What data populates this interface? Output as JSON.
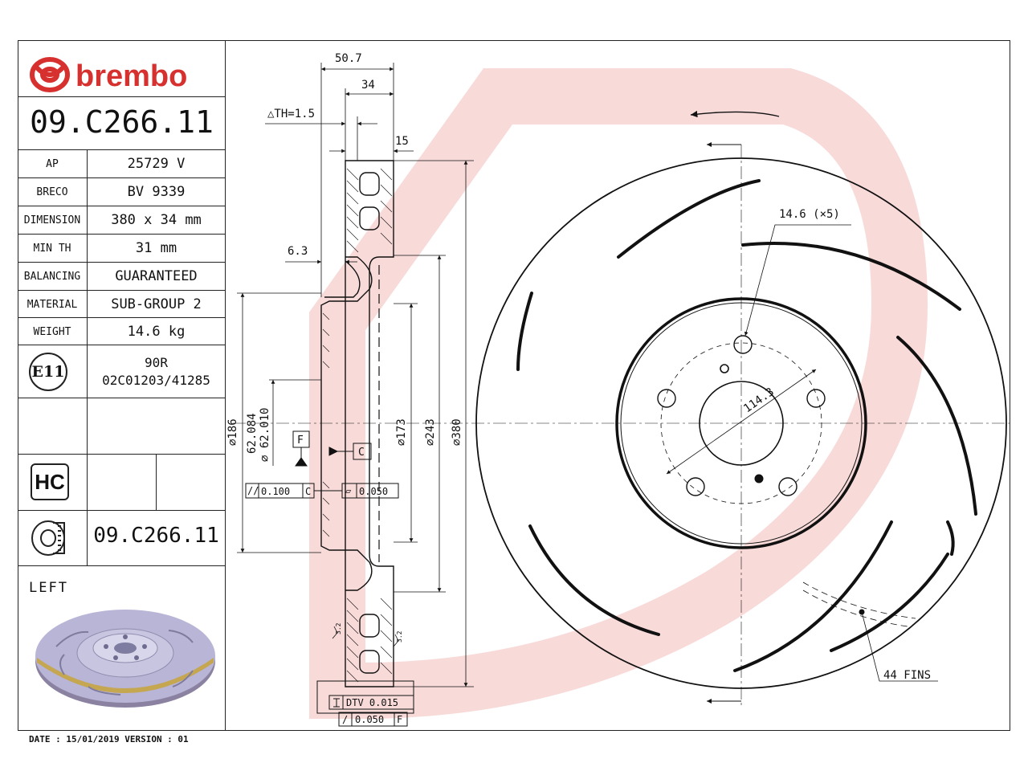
{
  "brand": {
    "name": "brembo",
    "color": "#d6312f"
  },
  "part_number": "09.C266.11",
  "specs": [
    {
      "key": "AP",
      "value": "25729 V"
    },
    {
      "key": "BRECO",
      "value": "BV 9339"
    },
    {
      "key": "DIMENSION",
      "value": "380 x 34 mm"
    },
    {
      "key": "MIN TH",
      "value": "31 mm"
    },
    {
      "key": "BALANCING",
      "value": "GUARANTEED"
    },
    {
      "key": "MATERIAL",
      "value": "SUB-GROUP 2"
    },
    {
      "key": "WEIGHT",
      "value": "14.6 kg"
    }
  ],
  "homologation": {
    "badge": "E11",
    "line1": "90R",
    "line2": "02C01203/41285"
  },
  "hc_badge": "HC",
  "part_number_bottom": "09.C266.11",
  "side": "LEFT",
  "footer": "DATE : 15/01/2019 VERSION : 01",
  "dimensions": {
    "overall_width": "50.7",
    "thickness": "34",
    "th_tolerance": "△TH=1.5",
    "friction_ring": "15",
    "hat_thickness": "6.3",
    "bolt_hole": "14.6 (×5)",
    "pcd": "114.3",
    "d186": "⌀186",
    "d_center_upper": "62.084",
    "d_center_lower": "⌀ 62.010",
    "d173": "⌀173",
    "d243": "⌀243",
    "d380": "⌀380",
    "datum_f": "F",
    "datum_c": "C",
    "parallel_tol": "0.100",
    "parallel_ref": "C",
    "flatness_tol": "0.050",
    "dtv_label": "DTV 0.015",
    "runout_tol": "0.050",
    "runout_ref": "F",
    "roughness_a": "3.2",
    "roughness_b": "3.2",
    "fins": "44 FINS"
  }
}
